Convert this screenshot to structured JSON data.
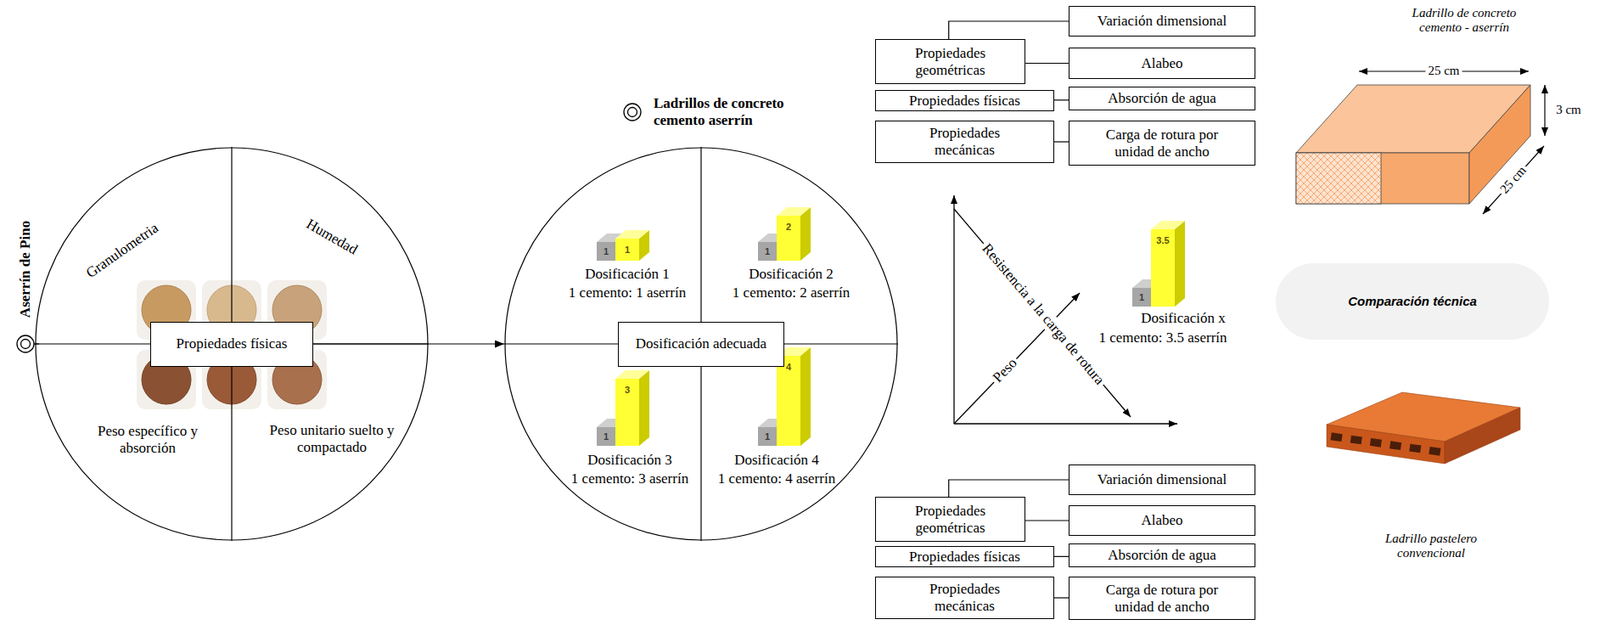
{
  "diagram": {
    "nodes": [
      {
        "text": [
          "Aserrín de Pino",
          "Granulometria",
          "Humedad",
          "Peso específico y absorción",
          "Peso unitario suelto y compactado"
        ]
      },
      {
        "text": [
          "Propiedades físicas"
        ],
        "in": 0
      },
      {
        "text": [
          "Ladrillos de concreto cemento aserrín",
          "Dosificación 1",
          "1 cemento: 1 aserrín",
          "Dosificación 2",
          "1 cemento: 2 aserrín",
          "Dosificación 3",
          "1 cemento: 3 aserrín",
          "Dosificación 4",
          "1 cemento: 4 aserrín"
        ]
      },
      {
        "text": [
          "Dosificación adecuada"
        ],
        "in": 2
      },
      {
        "text": [
          "Propiedades geométricas"
        ]
      },
      {
        "text": [
          "Variación dimensional"
        ]
      },
      {
        "text": [
          "Alabeo"
        ]
      },
      {
        "text": [
          "Propiedades físicas"
        ]
      },
      {
        "text": [
          "Absorción de agua"
        ]
      },
      {
        "text": [
          "Propiedades mecánicas"
        ]
      },
      {
        "text": [
          "Carga de rotura por unidad de ancho"
        ]
      },
      {
        "text": [
          "Propiedades geométricas"
        ]
      },
      {
        "text": [
          "Variación dimensional"
        ]
      },
      {
        "text": [
          "Alabeo"
        ]
      },
      {
        "text": [
          "Propiedades físicas"
        ]
      },
      {
        "text": [
          "Absorción de agua"
        ]
      },
      {
        "text": [
          "Propiedades mecánicas"
        ]
      },
      {
        "text": [
          "Carga de rotura por unidad de ancho"
        ]
      },
      {
        "text": [
          "Comparación técnica"
        ]
      }
    ],
    "edges": [
      {
        "from": 1,
        "to": 2,
        "arrow": "to"
      },
      {
        "from": 4,
        "to": 5,
        "arrow": "none"
      },
      {
        "from": 4,
        "to": 6,
        "arrow": "none"
      },
      {
        "from": 7,
        "to": 8,
        "arrow": "none"
      },
      {
        "from": 9,
        "to": 10,
        "arrow": "none"
      },
      {
        "from": 11,
        "to": 12,
        "arrow": "none"
      },
      {
        "from": 11,
        "to": 13,
        "arrow": "none"
      },
      {
        "from": 14,
        "to": 15,
        "arrow": "none"
      },
      {
        "from": 16,
        "to": 17,
        "arrow": "none"
      }
    ],
    "labels": [
      "1",
      "1",
      "1",
      "2",
      "1",
      "3",
      "1",
      "4",
      "Resistencia a la carga de rotura",
      "Peso",
      "1",
      "3.5",
      "Dosificación x",
      "1 cemento: 3.5 aserrín",
      "Ladrillo de concreto cemento - aserrín",
      "25 cm",
      "3 cm",
      "25 cm",
      "Ladrillo pastelero convencional"
    ]
  }
}
